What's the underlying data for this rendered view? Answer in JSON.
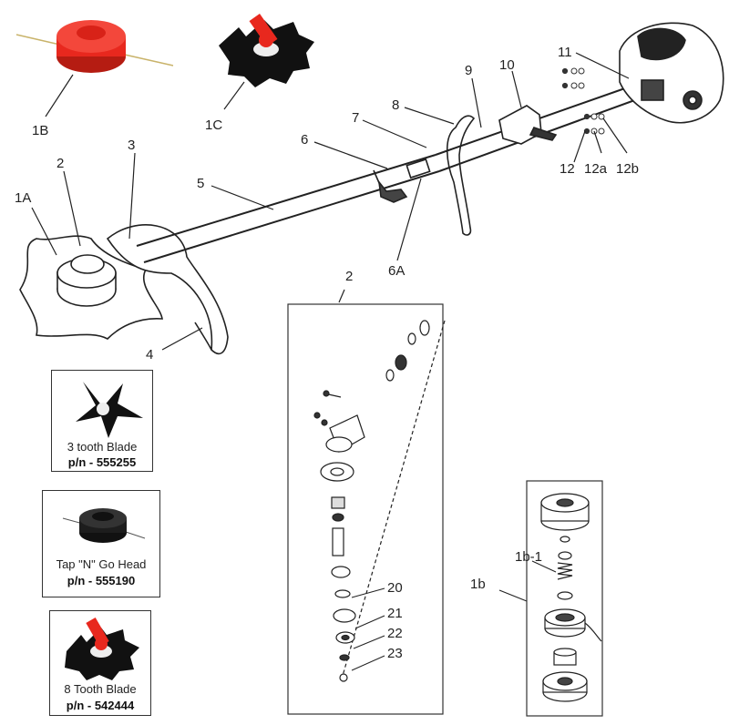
{
  "callouts": {
    "c1B": "1B",
    "c1C": "1C",
    "c1A": "1A",
    "c2": "2",
    "c3": "3",
    "c4": "4",
    "c5": "5",
    "c6": "6",
    "c6A": "6A",
    "c7": "7",
    "c8": "8",
    "c9": "9",
    "c10": "10",
    "c11": "11",
    "c12": "12",
    "c12a": "12a",
    "c12b": "12b",
    "detail2": "2",
    "c20": "20",
    "c21": "21",
    "c22": "22",
    "c23": "23",
    "c1b": "1b",
    "c1b1": "1b-1"
  },
  "cards": [
    {
      "name": "3 tooth Blade",
      "pn": "p/n - 555255"
    },
    {
      "name": "Tap \"N\" Go Head",
      "pn": "p/n - 555190"
    },
    {
      "name": "8 Tooth Blade",
      "pn": "p/n - 542444"
    }
  ],
  "colors": {
    "accent_red": "#e8281e",
    "line": "#222222"
  }
}
